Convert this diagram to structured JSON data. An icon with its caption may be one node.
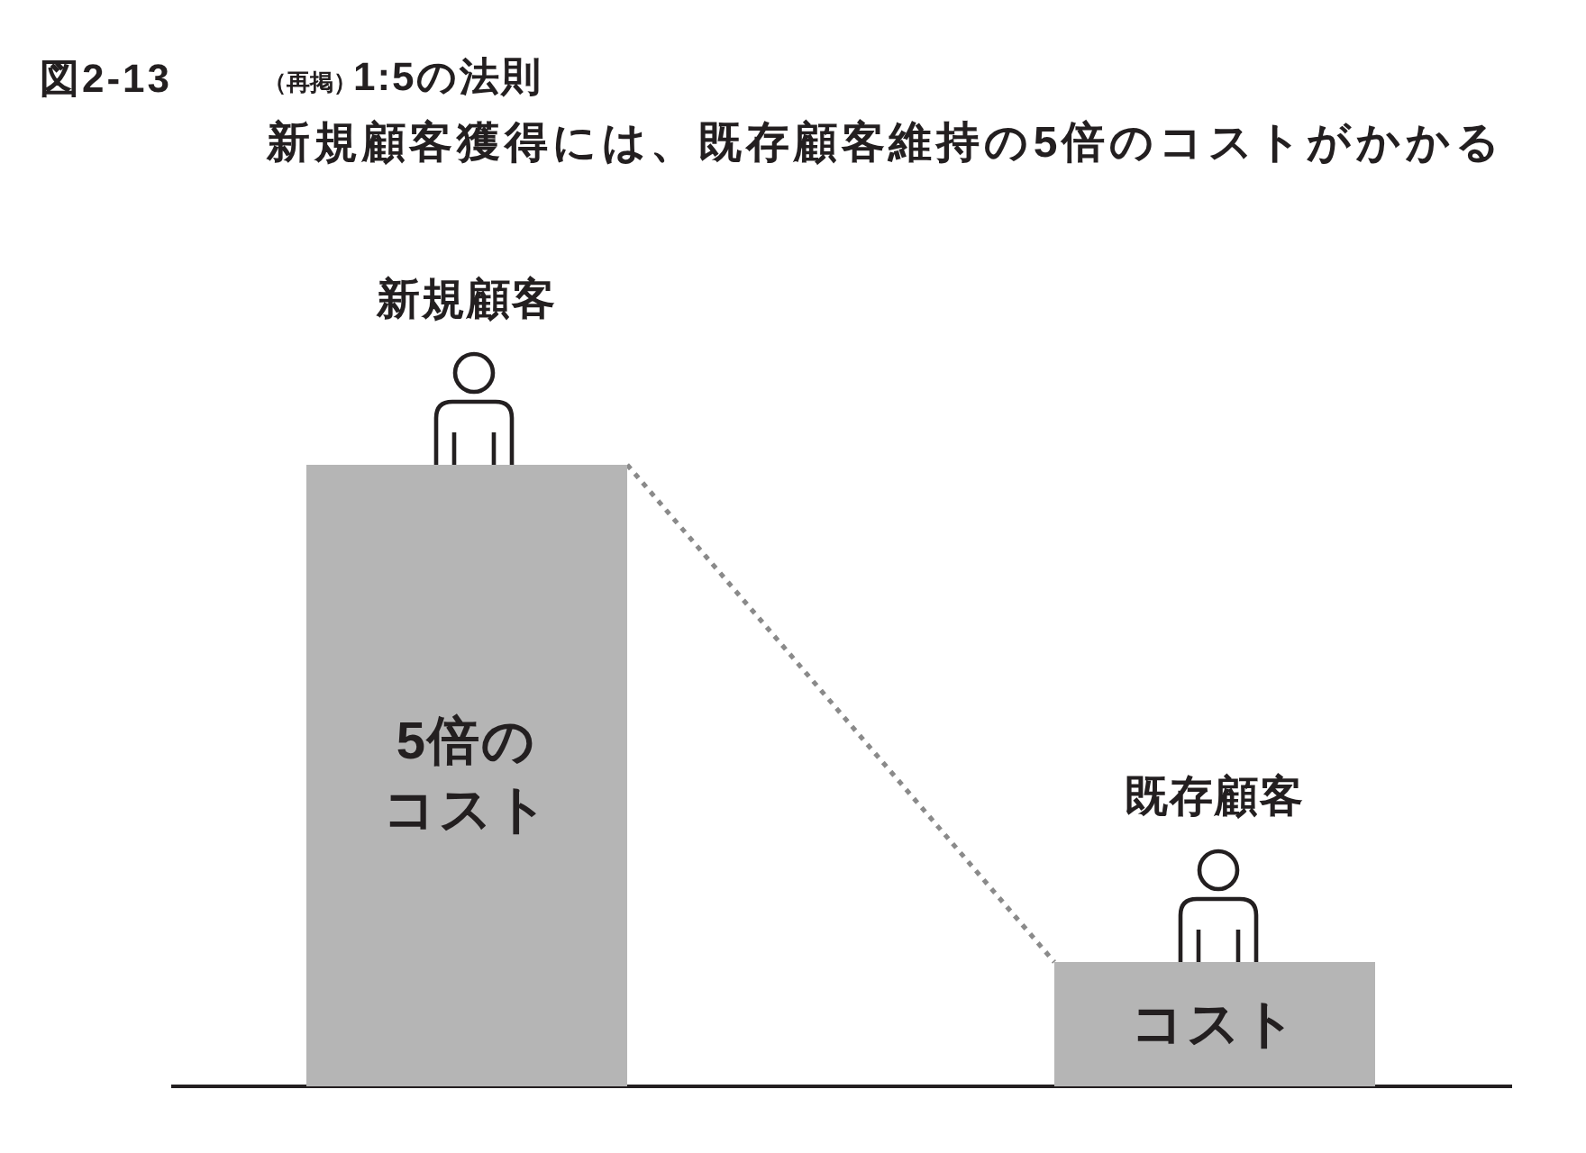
{
  "diagram": {
    "title": "1:5の法則",
    "nodes": [
      {
        "text": [
          "5倍のコスト"
        ],
        "beside": [
          "新規顧客"
        ]
      },
      {
        "text": [
          "コスト"
        ],
        "beside": [
          "既存顧客"
        ]
      }
    ],
    "edges": [
      {
        "from": 0,
        "to": 1,
        "arrow": "none",
        "style": "dashed"
      }
    ],
    "labels": [
      "図2-13",
      "（再掲）",
      "新規顧客獲得には、既存顧客維持の5倍のコストがかかる"
    ]
  }
}
